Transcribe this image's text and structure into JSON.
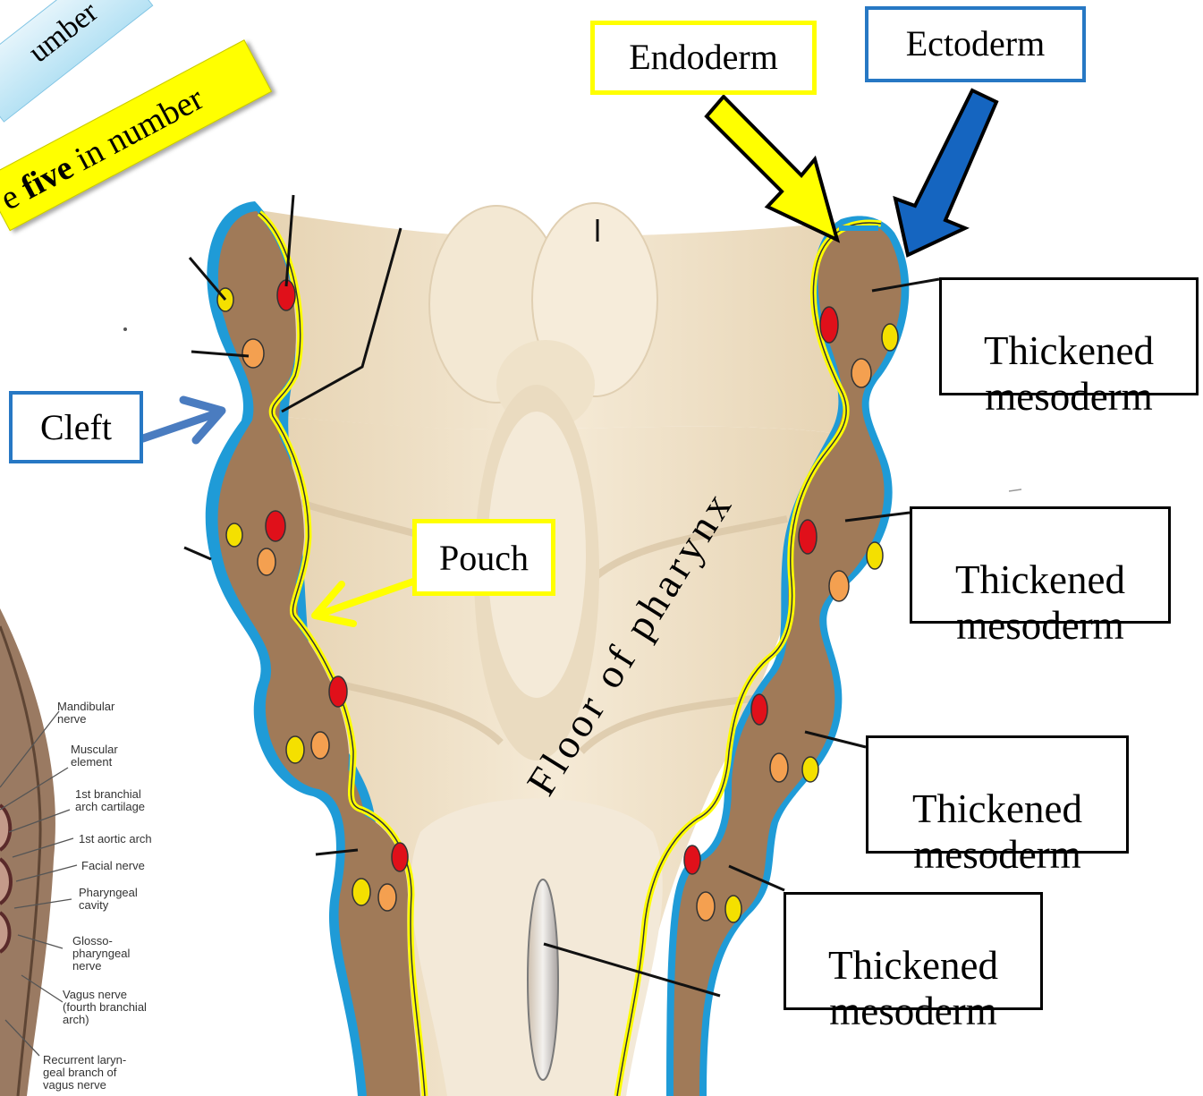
{
  "banners": {
    "blue_banner_text": "umber",
    "yellow_banner_prefix": "e ",
    "yellow_banner_bold": "five",
    "yellow_banner_suffix": " in number"
  },
  "labels": {
    "endoderm": "Endoderm",
    "ectoderm": "Ectoderm",
    "cleft": "Cleft",
    "pouch": "Pouch",
    "floor_of_pharynx": "Floor of pharynx",
    "thickened_mesoderm": [
      "Thickened\nmesoderm",
      "Thickened\nmesoderm",
      "Thickened\nmesoderm",
      "Thickened\nmesoderm"
    ]
  },
  "figure_labels": [
    "Mandibular\nnerve",
    "Muscular\nelement",
    "1st branchial\narch cartilage",
    "1st aortic arch",
    "Facial nerve",
    "Pharyngeal\ncavity",
    "Glosso-\npharyngeal\nnerve",
    "Vagus nerve\n(fourth branchial\narch)",
    "Recurrent laryn-\ngeal branch of\nvagus nerve"
  ],
  "colors": {
    "ectoderm_blue": "#1f9bd7",
    "endoderm_yellow": "#ffff00",
    "mesoderm_brown": "#a07a58",
    "pharynx_cream": "#eee0c6",
    "nerve_yellow": "#f4e000",
    "artery_red": "#e0101a",
    "cartilage_orange": "#f4a050"
  }
}
